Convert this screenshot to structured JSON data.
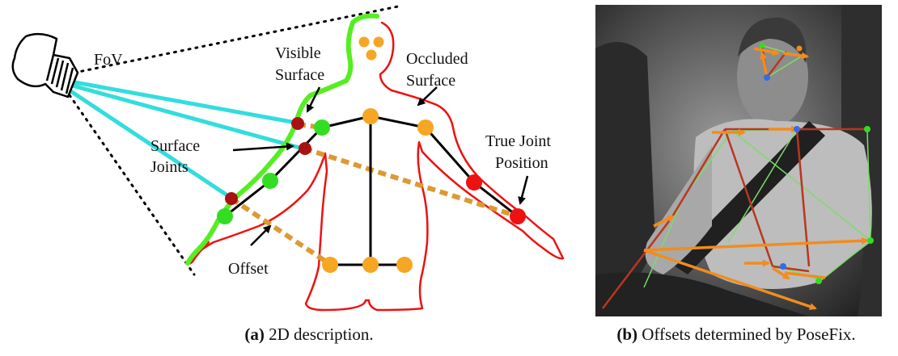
{
  "left_panel": {
    "labels": {
      "fov": "FoV",
      "visible_surface_1": "Visible",
      "visible_surface_2": "Surface",
      "occluded_surface_1": "Occluded",
      "occluded_surface_2": "Surface",
      "surface_joints_1": "Surface",
      "surface_joints_2": "Joints",
      "true_joint_1": "True Joint",
      "true_joint_2": "Position",
      "offset": "Offset"
    },
    "caption_tag": "(a)",
    "caption_text": " 2D description."
  },
  "right_panel": {
    "caption_tag": "(b)",
    "caption_text": " Offsets determined by PoseFix."
  },
  "colors": {
    "visible_surface": "#55ee22",
    "occluded_surface": "#ee1111",
    "camera_rays": "#33dddd",
    "offset": "#dd9933",
    "joint_orange": "#f5a623",
    "joint_green": "#33dd22",
    "joint_darkred": "#aa1111",
    "joint_red": "#ee1111",
    "skeleton": "#000000"
  }
}
